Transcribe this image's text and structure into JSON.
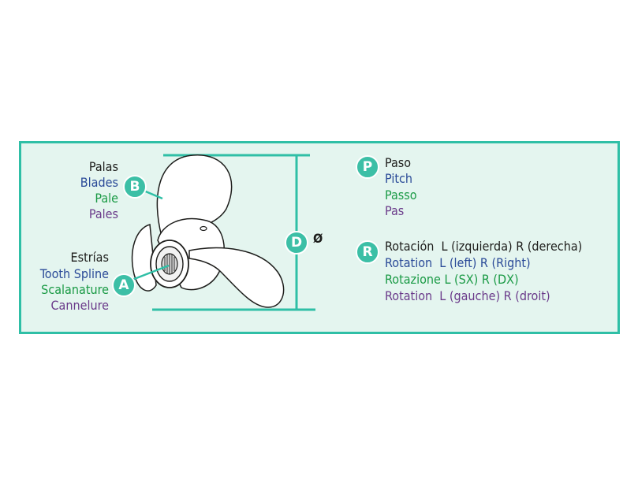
{
  "blades": {
    "es": "Palas",
    "en": "Blades",
    "it": "Pale",
    "fr": "Pales",
    "badge": "B"
  },
  "spline": {
    "es": "Estrías",
    "en": "Tooth Spline",
    "it": "Scalanature",
    "fr": "Cannelure",
    "badge": "A"
  },
  "diameter": {
    "badge": "D",
    "symbol": "Ø"
  },
  "pitch": {
    "badge": "P",
    "es": "Paso",
    "en": "Pitch",
    "it": "Passo",
    "fr": "Pas"
  },
  "rotation": {
    "badge": "R",
    "es": "Rotación  L (izquierda) R (derecha)",
    "en": "Rotation  L (left) R (Right)",
    "it": "Rotazione L (SX) R (DX)",
    "fr": "Rotation  L (gauche) R (droit)"
  },
  "colors": {
    "frame": "#2fbfa6",
    "background": "#e4f5ef",
    "badge": "#3cbfa6",
    "spanish": "#1d1d1b",
    "english": "#2a4a98",
    "italian": "#1a9a45",
    "french": "#6a3a8a"
  }
}
